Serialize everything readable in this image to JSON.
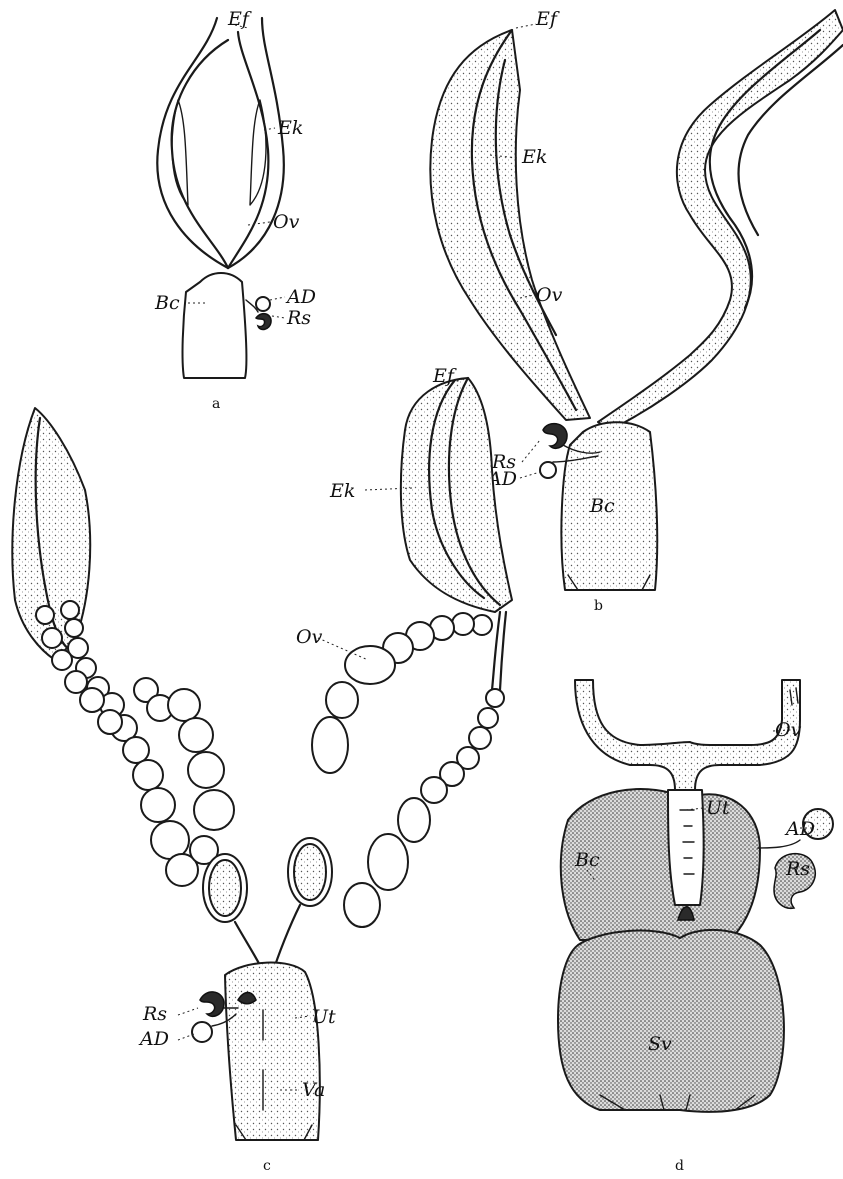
{
  "panels": {
    "a": {
      "letter": "a",
      "labels": {
        "ef": "Ef",
        "ek": "Ek",
        "ov": "Ov",
        "bc": "Bc",
        "ad": "AD",
        "rs": "Rs"
      }
    },
    "b": {
      "letter": "b",
      "labels": {
        "ef": "Ef",
        "ek": "Ek",
        "ov": "Ov",
        "rs": "Rs",
        "ad": "AD",
        "bc": "Bc"
      }
    },
    "c": {
      "letter": "c",
      "labels": {
        "ef": "Ef",
        "ek": "Ek",
        "ov": "Ov",
        "rs": "Rs",
        "ad": "AD",
        "ut": "Ut",
        "va": "Va"
      }
    },
    "d": {
      "letter": "d",
      "labels": {
        "ov": "Ov",
        "ut": "Ut",
        "bc": "Bc",
        "ad": "AD",
        "rs": "Rs",
        "sv": "Sv"
      }
    }
  },
  "style": {
    "ink": "#1a1a1a",
    "paper": "#ffffff"
  }
}
